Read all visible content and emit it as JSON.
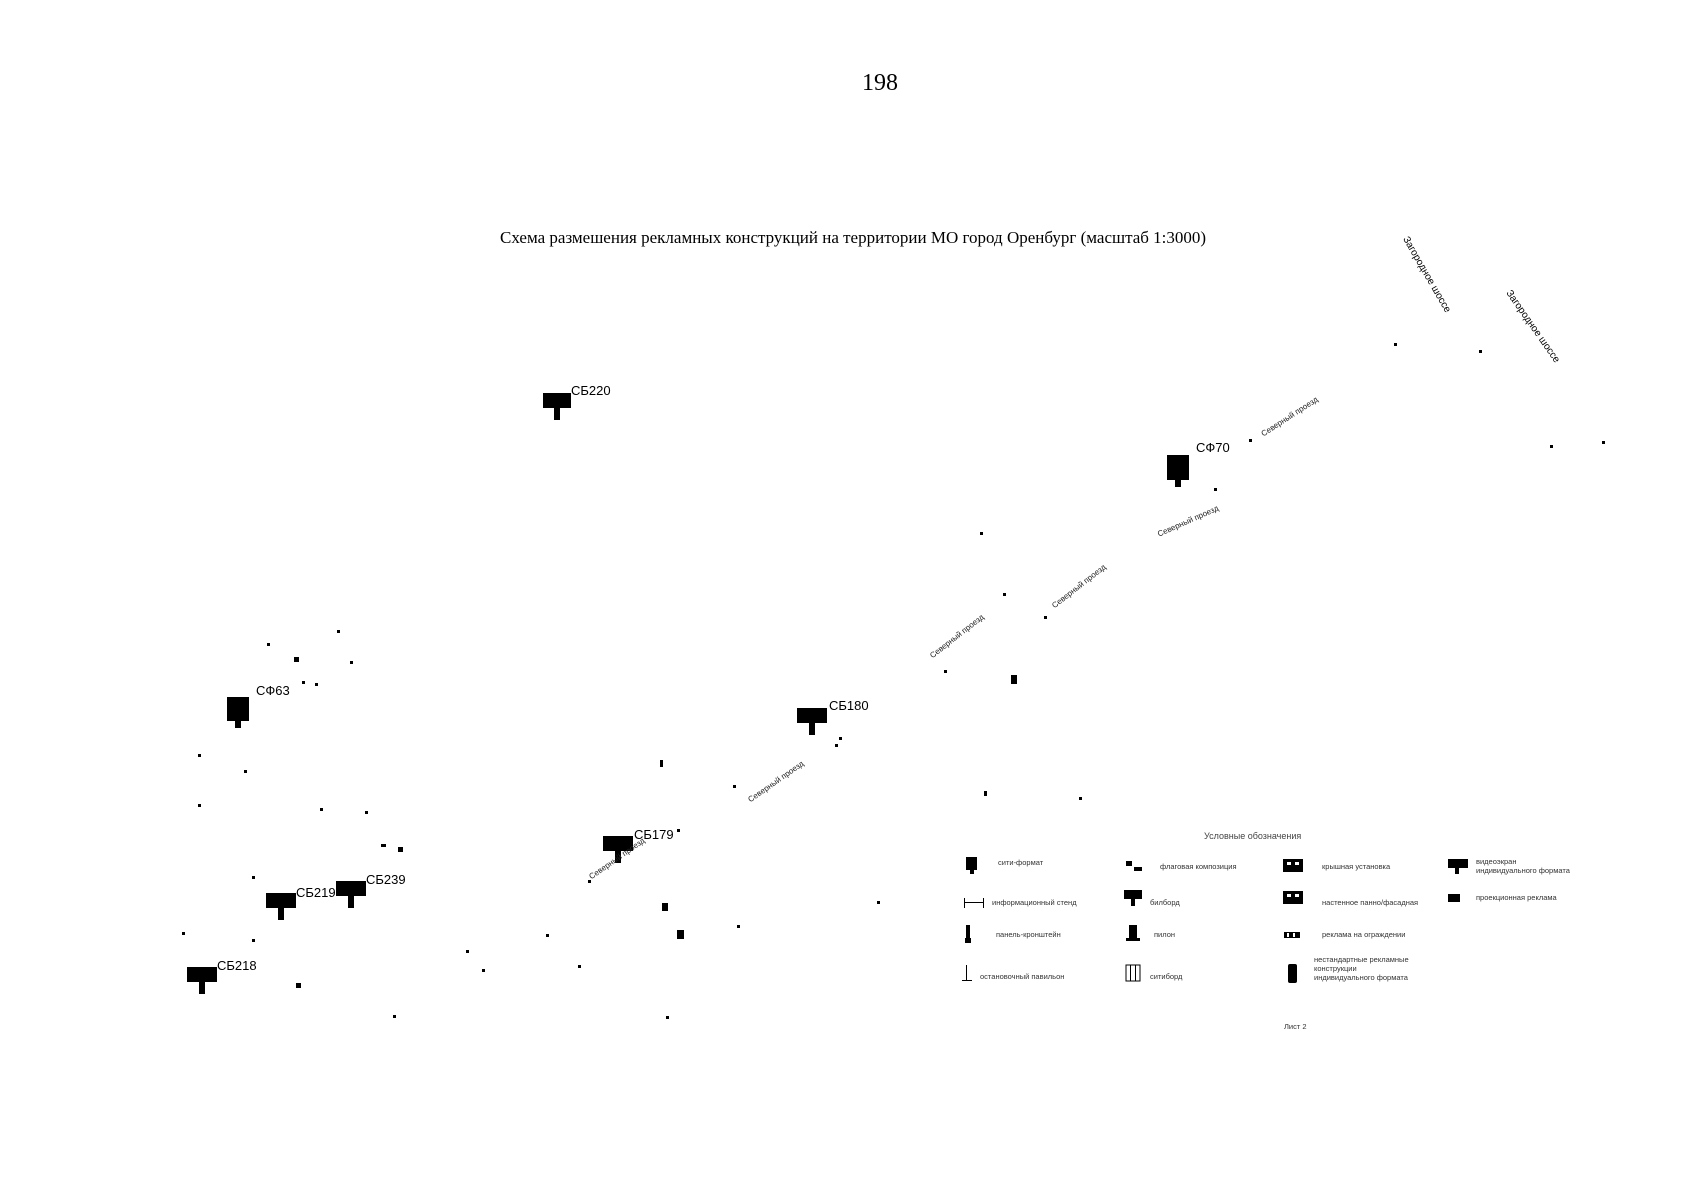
{
  "page": {
    "number": "198"
  },
  "map": {
    "title": "Схема размешения рекламных конструкций на территории МО город Оренбург (масштаб 1:3000)",
    "markers": [
      {
        "id": "sb220",
        "code": "СБ220",
        "type": "billboard"
      },
      {
        "id": "sf70",
        "code": "СФ70",
        "type": "city-format"
      },
      {
        "id": "sf63",
        "code": "СФ63",
        "type": "city-format"
      },
      {
        "id": "sb180",
        "code": "СБ180",
        "type": "billboard"
      },
      {
        "id": "sb179",
        "code": "СБ179",
        "type": "billboard"
      },
      {
        "id": "sb239",
        "code": "СБ239",
        "type": "billboard"
      },
      {
        "id": "sb219",
        "code": "СБ219",
        "type": "billboard"
      },
      {
        "id": "sb218",
        "code": "СБ218",
        "type": "billboard"
      }
    ],
    "streets": [
      {
        "id": "zagorodnoe-1",
        "text": "Загородное шоссе"
      },
      {
        "id": "zagorodnoe-2",
        "text": "Загородное шоссе"
      },
      {
        "id": "severny-1",
        "text": "Северный проезд"
      },
      {
        "id": "severny-2",
        "text": "Северный проезд"
      },
      {
        "id": "severny-3",
        "text": "Северный проезд"
      },
      {
        "id": "severny-4",
        "text": "Северный проезд"
      },
      {
        "id": "severny-5",
        "text": "Северный проезд"
      },
      {
        "id": "severny-6",
        "text": "Северный проезд"
      }
    ]
  },
  "legend": {
    "title": "Условные обозначения",
    "items": [
      {
        "id": "city-format",
        "label": "сити-формат",
        "icon": "city-format-icon"
      },
      {
        "id": "flag",
        "label": "флаговая композиция",
        "icon": "flag-composition-icon"
      },
      {
        "id": "roof",
        "label": "крышная установка",
        "icon": "roof-installation-icon"
      },
      {
        "id": "videoscreen",
        "label": "видеоэкран\nиндивидуального формата",
        "icon": "video-screen-icon"
      },
      {
        "id": "info-stand",
        "label": "информационный стенд",
        "icon": "info-stand-icon"
      },
      {
        "id": "billboard",
        "label": "билборд",
        "icon": "billboard-icon"
      },
      {
        "id": "wall",
        "label": "настенное панно/фасадная",
        "icon": "wall-panel-icon"
      },
      {
        "id": "temporary",
        "label": "проекционная реклама",
        "icon": "temporary-ad-icon"
      },
      {
        "id": "bracket",
        "label": "панель-кронштейн",
        "icon": "bracket-panel-icon"
      },
      {
        "id": "pillar",
        "label": "пилон",
        "icon": "pillar-icon"
      },
      {
        "id": "banner",
        "label": "реклама на ограждении",
        "icon": "fence-ad-icon"
      },
      {
        "id": "stop",
        "label": "остановочный павильон",
        "icon": "stop-pavilion-icon"
      },
      {
        "id": "sitiboard",
        "label": "ситиборд",
        "icon": "cityboard-icon"
      },
      {
        "id": "individual",
        "label": "нестандартные рекламные\nконструкции\nиндивидуального формата",
        "icon": "individual-construction-icon"
      }
    ],
    "footnote": "Лист 2"
  },
  "colors": {
    "ink": "#000000",
    "faint": "#555555",
    "paper": "#ffffff"
  }
}
